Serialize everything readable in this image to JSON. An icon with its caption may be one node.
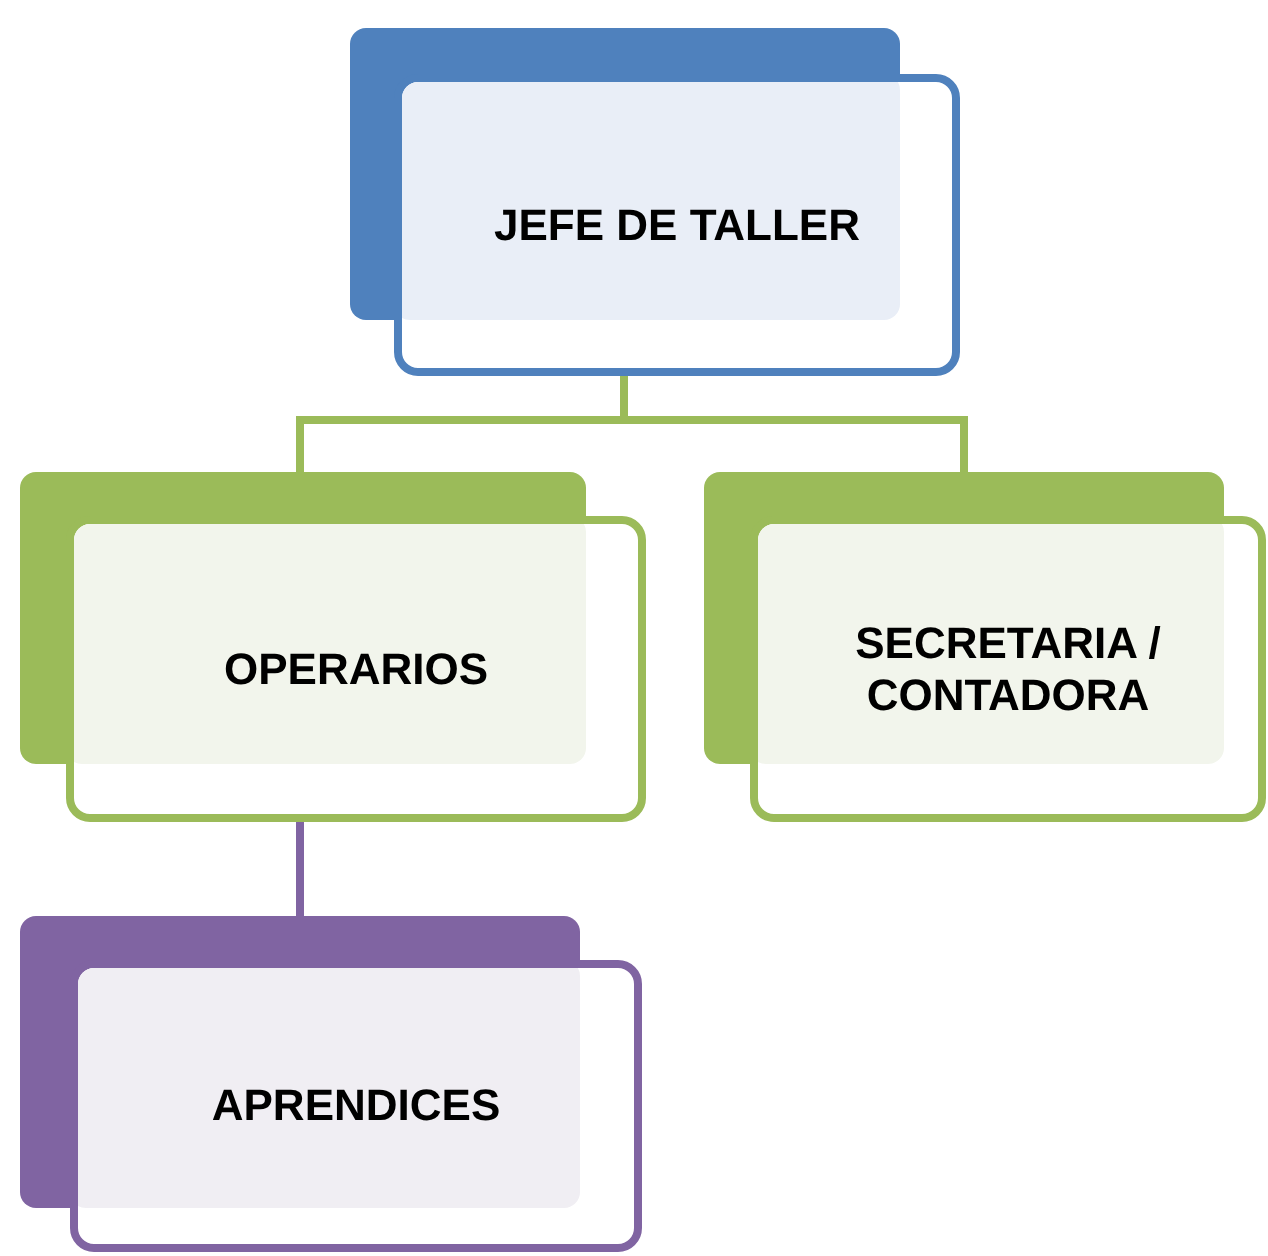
{
  "diagram": {
    "nodes": [
      {
        "text": [
          "JEFE DE TALLER"
        ]
      },
      {
        "text": [
          "OPERARIOS"
        ]
      },
      {
        "text": [
          "SECRETARIA / CONTADORA"
        ]
      },
      {
        "text": [
          "APRENDICES"
        ]
      }
    ],
    "edges": [
      {
        "from": 0,
        "to": 1,
        "arrow": "none"
      },
      {
        "from": 0,
        "to": 2,
        "arrow": "none"
      },
      {
        "from": 1,
        "to": 3,
        "arrow": "none",
        "color": "#8064a2"
      }
    ]
  }
}
